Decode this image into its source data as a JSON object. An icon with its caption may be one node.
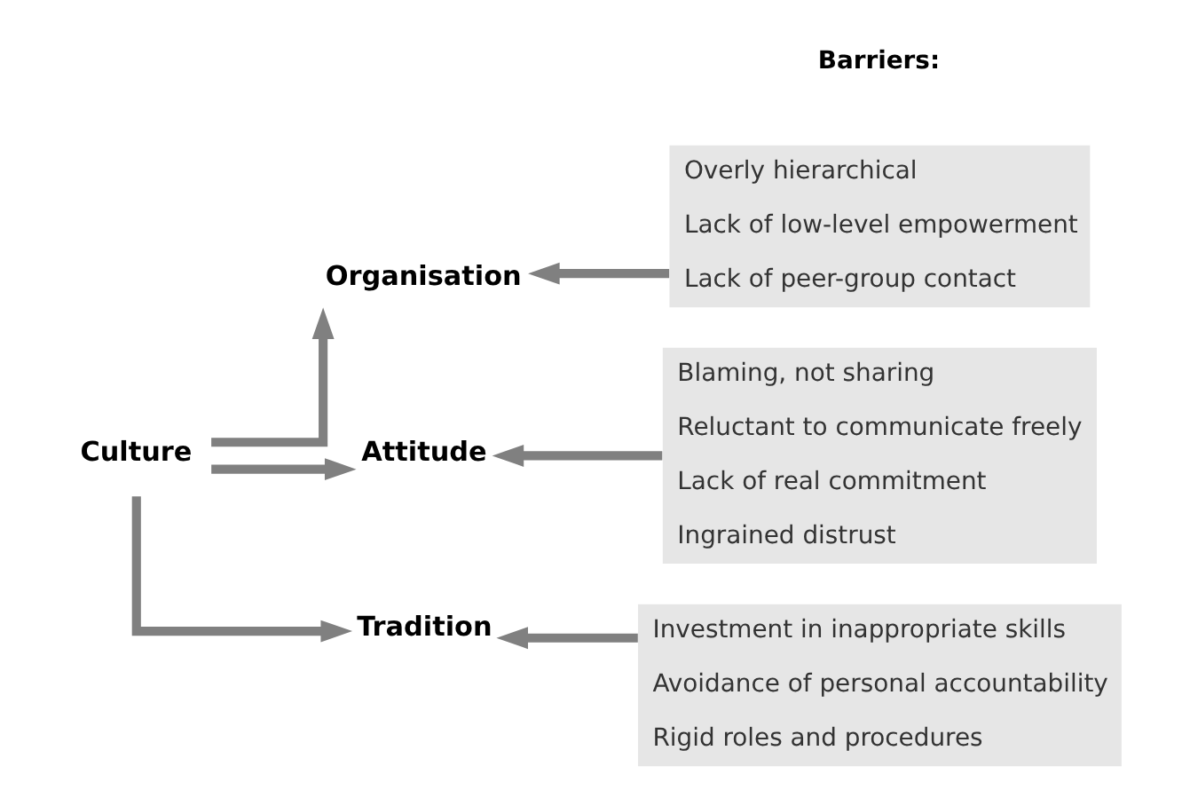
{
  "diagram": {
    "nodes": [
      {
        "text": [
          "Culture"
        ]
      },
      {
        "text": [
          "Organisation"
        ]
      },
      {
        "text": [
          "Attitude"
        ]
      },
      {
        "text": [
          "Tradition"
        ]
      },
      {
        "text": [
          "Overly hierarchical",
          "Lack of low-level empowerment",
          "Lack of peer-group contact"
        ]
      },
      {
        "text": [
          "Blaming, not sharing",
          "Reluctant to communicate freely",
          "Lack of real commitment",
          "Ingrained distrust"
        ]
      },
      {
        "text": [
          "Investment in inappropriate skills",
          "Avoidance of personal accountability",
          "Rigid roles and procedures"
        ]
      }
    ],
    "edges": [
      {
        "from": 0,
        "to": 1,
        "arrow": "to"
      },
      {
        "from": 0,
        "to": 2,
        "arrow": "to"
      },
      {
        "from": 0,
        "to": 3,
        "arrow": "to"
      },
      {
        "from": 4,
        "to": 1,
        "arrow": "to"
      },
      {
        "from": 5,
        "to": 2,
        "arrow": "to"
      },
      {
        "from": 6,
        "to": 3,
        "arrow": "to"
      }
    ],
    "labels": [
      "Barriers:"
    ]
  }
}
